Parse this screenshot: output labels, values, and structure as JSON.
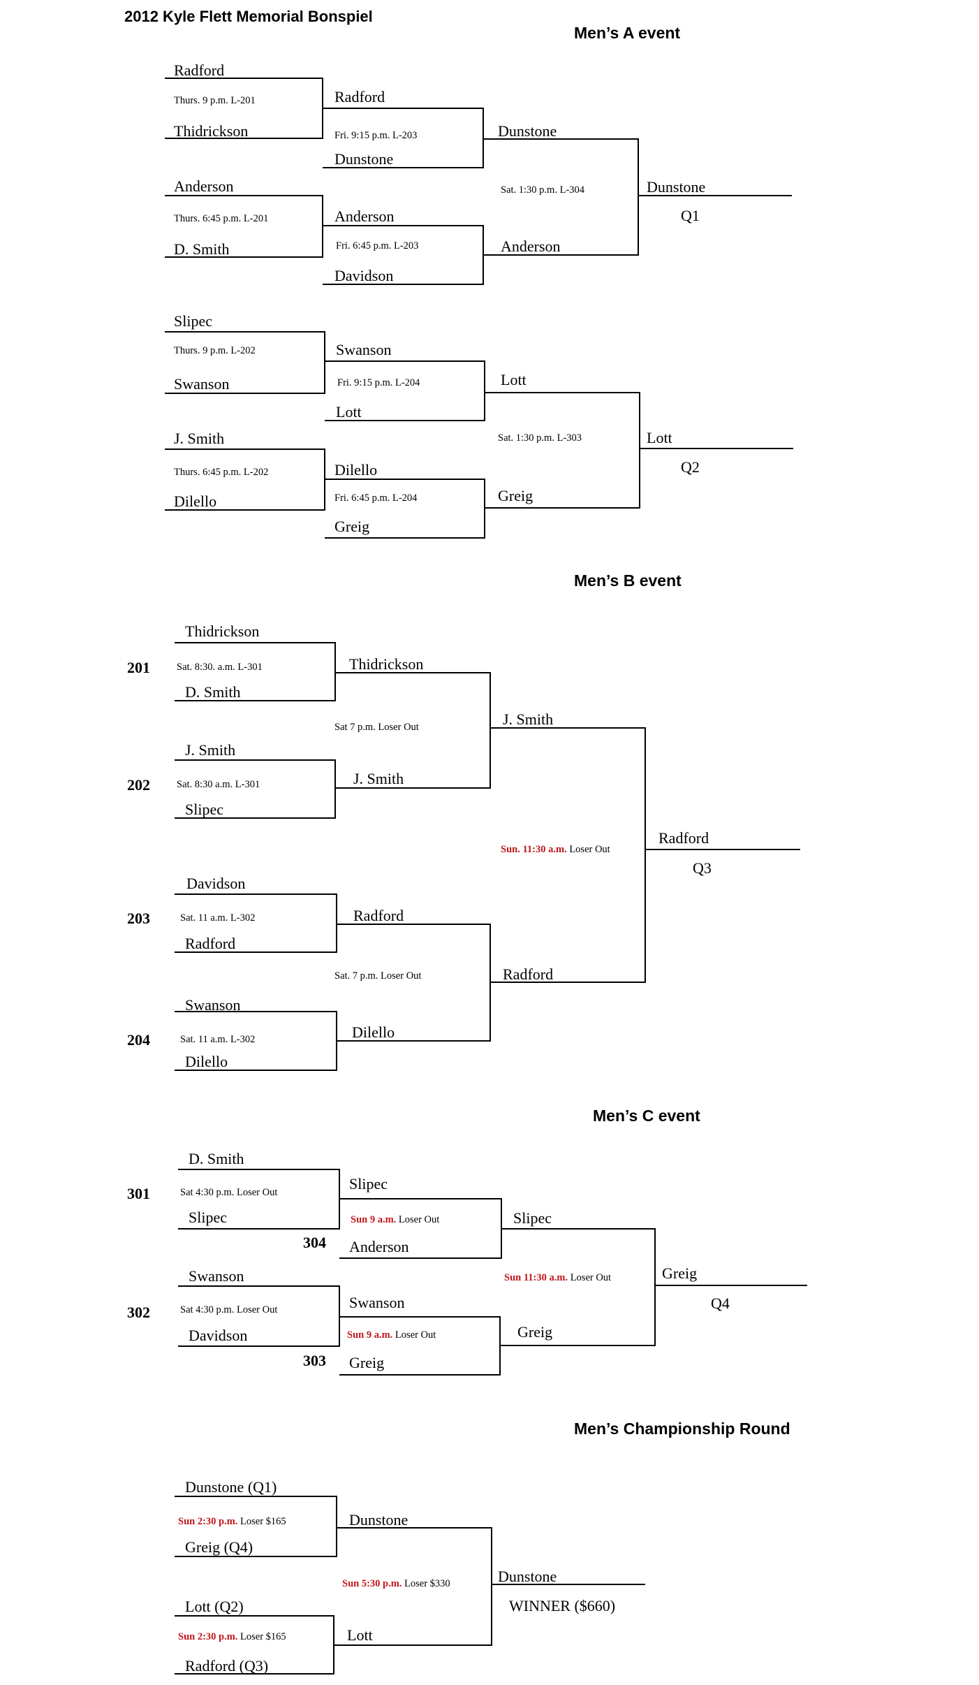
{
  "title": "2012 Kyle Flett Memorial Bonspiel",
  "events": {
    "a": {
      "title": "Men’s A event",
      "teams": [
        "Radford",
        "Thidrickson",
        "Anderson",
        "D. Smith",
        "Slipec",
        "Swanson",
        "J. Smith",
        "Dilello"
      ],
      "round1_notes": [
        "Thurs. 9 p.m. L-201",
        "Thurs. 6:45 p.m. L-201",
        "Thurs. 9 p.m. L-202",
        "Thurs. 6:45 p.m. L-202"
      ],
      "round2_teams": [
        "Radford",
        "Dunstone",
        "Anderson",
        "Davidson",
        "Swanson",
        "Lott",
        "Dilello",
        "Greig"
      ],
      "round2_notes": [
        "Fri. 9:15 p.m. L-203",
        "Fri. 6:45 p.m. L-203",
        "Fri. 9:15 p.m. L-204",
        "Fri. 6:45 p.m. L-204"
      ],
      "round3_teams": [
        "Dunstone",
        "Anderson",
        "Lott",
        "Greig"
      ],
      "round3_notes": [
        "Sat. 1:30 p.m. L-304",
        "Sat. 1:30 p.m. L-303"
      ],
      "winners": [
        "Dunstone",
        "Lott"
      ],
      "qualifiers": [
        "Q1",
        "Q2"
      ]
    },
    "b": {
      "title": "Men’s B event",
      "draws": [
        "201",
        "202",
        "203",
        "204"
      ],
      "teams": [
        "Thidrickson",
        "D. Smith",
        "J. Smith",
        "Slipec",
        "Davidson",
        "Radford",
        "Swanson",
        "Dilello"
      ],
      "round1_notes": [
        "Sat. 8:30. a.m. L-301",
        "Sat. 8:30 a.m. L-301",
        "Sat. 11 a.m. L-302",
        "Sat. 11 a.m. L-302"
      ],
      "round2_teams": [
        "Thidrickson",
        "J. Smith",
        "Radford",
        "Dilello"
      ],
      "round2_notes": [
        "Sat 7 p.m. Loser Out",
        "Sat. 7 p.m. Loser Out"
      ],
      "round3_teams": [
        "J. Smith",
        "Radford"
      ],
      "final_note_time": "Sun. 11:30 a.m.",
      "final_note_rest": " Loser Out",
      "winner": "Radford",
      "qualifier": "Q3"
    },
    "c": {
      "title": "Men’s C event",
      "draws": [
        "301",
        "302"
      ],
      "draws_late": [
        "304",
        "303"
      ],
      "teams": [
        "D. Smith",
        "Slipec",
        "Swanson",
        "Davidson"
      ],
      "round1_notes": [
        "Sat 4:30 p.m. Loser Out",
        "Sat 4:30 p.m. Loser Out"
      ],
      "round2_teams": [
        "Slipec",
        "Anderson",
        "Swanson",
        "Greig"
      ],
      "round2_note_times": [
        "Sun 9 a.m.",
        "Sun 9 a.m."
      ],
      "round2_note_rest": [
        " Loser Out",
        " Loser Out"
      ],
      "round3_teams": [
        "Slipec",
        "Greig"
      ],
      "final_note_time": "Sun 11:30 a.m.",
      "final_note_rest": " Loser Out",
      "winner": "Greig",
      "qualifier": "Q4"
    },
    "championship": {
      "title": "Men’s Championship Round",
      "teams": [
        "Dunstone (Q1)",
        "Greig (Q4)",
        "Lott (Q2)",
        "Radford (Q3)"
      ],
      "round1_note_times": [
        "Sun 2:30 p.m.",
        "Sun 2:30 p.m."
      ],
      "round1_note_rest": [
        " Loser $165",
        " Loser $165"
      ],
      "round2_teams": [
        "Dunstone",
        "Lott"
      ],
      "final_note_time": "Sun 5:30 p.m.",
      "final_note_rest": " Loser $330",
      "winner": "Dunstone",
      "winner_label": "WINNER ($660)"
    }
  }
}
